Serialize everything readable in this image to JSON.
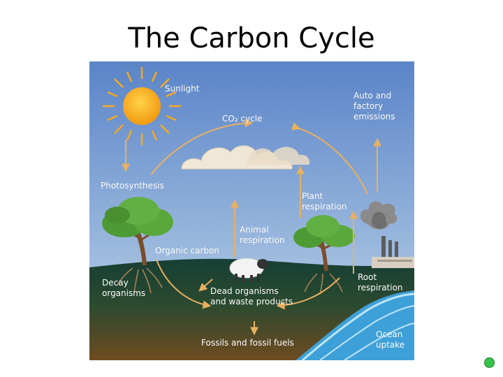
{
  "slide": {
    "title": "The Carbon Cycle"
  },
  "diagram": {
    "labels": {
      "sunlight": "Sunlight",
      "co2_cycle": "CO₂ cycle",
      "auto_emissions": "Auto  and\nfactory\nemissions",
      "photosynthesis": "Photosynthesis",
      "plant_respiration": "Plant\nrespiration",
      "animal_respiration": "Animal\nrespiration",
      "organic_carbon": "Organic  carbon",
      "decay_organisms": "Decay\norganisms",
      "dead_organisms": "Dead  organisms\nand  waste  products",
      "root_respiration": "Root\nrespiration",
      "fossils": "Fossils  and  fossil  fuels",
      "ocean_uptake": "Ocean\nuptake"
    },
    "colors": {
      "sky_top": "#5a84c8",
      "sky_bottom": "#9cb8dc",
      "soil_top": "#1d4a3a",
      "soil_bottom": "#6b4a22",
      "arrow": "#e8b060",
      "sun": "#f7a81e",
      "ocean": "#3ea0d8"
    }
  }
}
